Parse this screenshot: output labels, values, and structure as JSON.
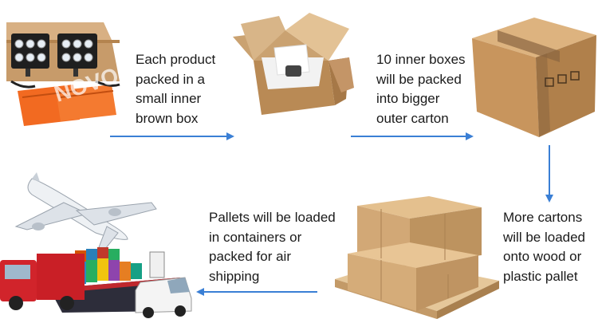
{
  "steps": [
    {
      "lines": [
        "Each product",
        "packed in a",
        "small inner",
        "brown box"
      ]
    },
    {
      "lines": [
        "10 inner boxes",
        "will be packed",
        "into bigger",
        "outer carton"
      ]
    },
    {
      "lines": [
        "More cartons",
        "will be loaded",
        "onto wood or",
        "plastic pallet"
      ]
    },
    {
      "lines": [
        "Pallets will be loaded",
        "in containers or",
        "packed for air",
        "shipping"
      ]
    }
  ],
  "watermark": "NOVO",
  "colors": {
    "arrow": "#3a7fd5",
    "cardboard": "#c89a63",
    "text": "#1a1a1a",
    "product_bracket": "#f26a21"
  }
}
